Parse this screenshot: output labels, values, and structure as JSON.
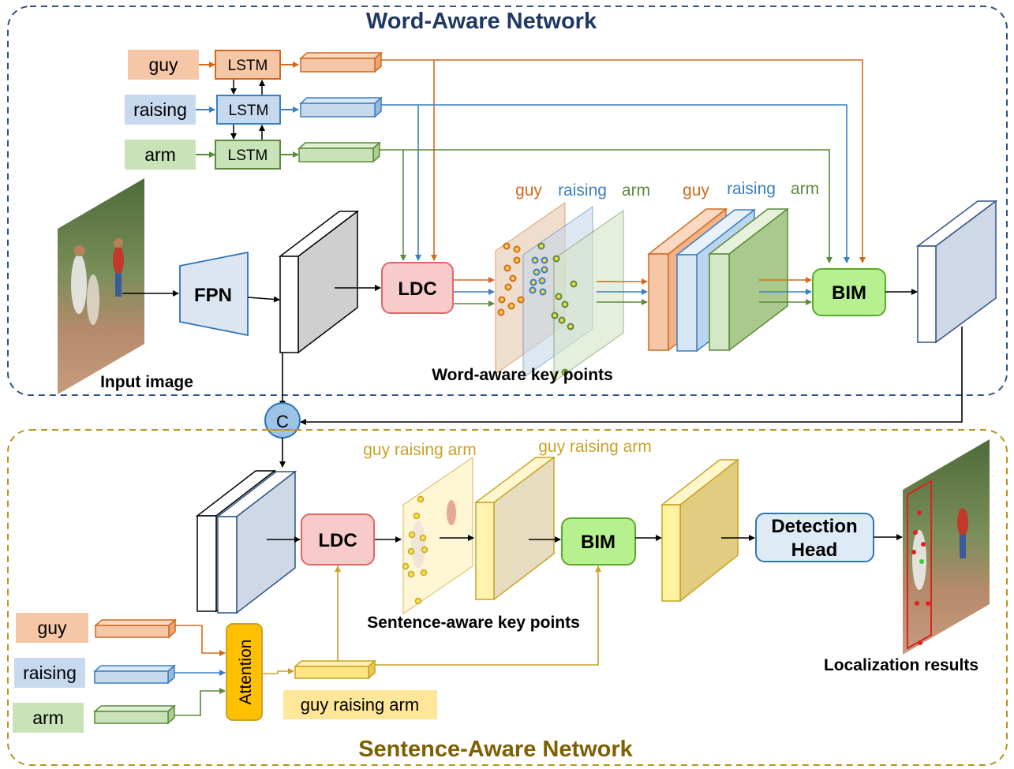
{
  "word_net": {
    "title": "Word-Aware Network",
    "words": [
      "guy",
      "raising",
      "arm"
    ],
    "lstm_label": "LSTM",
    "fpn_label": "FPN",
    "ldc_label": "LDC",
    "bim_label": "BIM",
    "input_caption": "Input image",
    "keypoints_caption": "Word-aware key points",
    "plane_labels": [
      "guy",
      "raising",
      "arm"
    ],
    "stack_labels": [
      "guy",
      "raising",
      "arm"
    ]
  },
  "concat_label": "C",
  "sentence_net": {
    "title": "Sentence-Aware Network",
    "words": [
      "guy",
      "raising",
      "arm"
    ],
    "attention_label": "Attention",
    "sentence_label": "guy raising arm",
    "ldc_label": "LDC",
    "bim_label": "BIM",
    "plane_label": "guy raising arm",
    "feature_label": "guy raising arm",
    "keypoints_caption": "Sentence-aware key points",
    "head_label_line1": "Detection",
    "head_label_line2": "Head",
    "result_caption": "Localization results"
  },
  "colors": {
    "guy": "#d2691e",
    "raising": "#3a7fc1",
    "arm": "#5a8a3a",
    "sentence": "#c9a227",
    "word_border": "#2f5385",
    "sentence_border": "#b8951e",
    "title_word": "#1f3864",
    "title_sentence": "#7f6000"
  }
}
